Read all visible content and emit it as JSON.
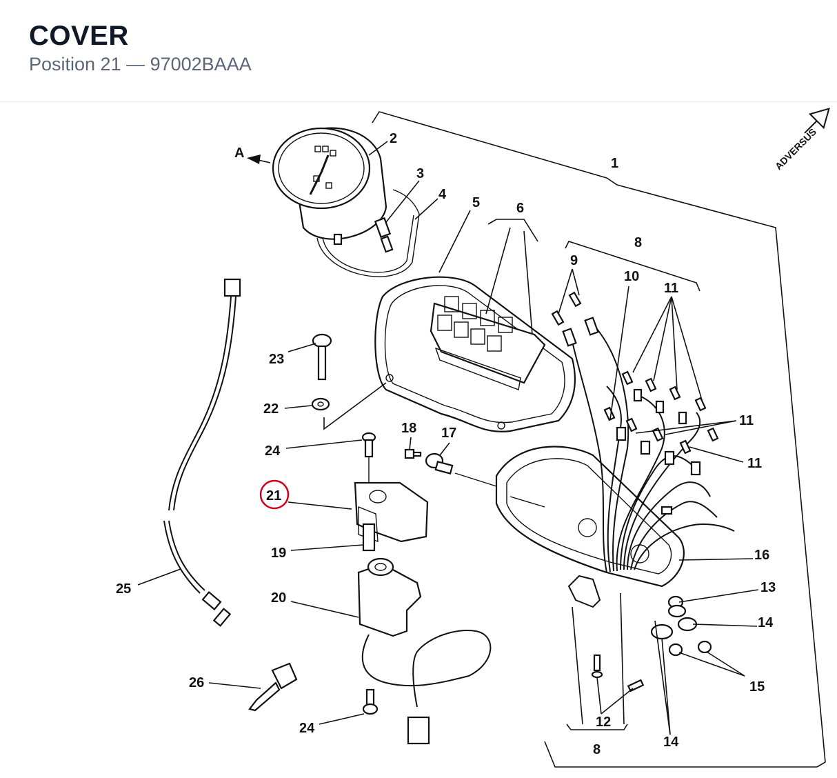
{
  "header": {
    "title": "COVER",
    "subtitle": "Position 21  —  97002BAAA"
  },
  "diagram": {
    "highlight_color": "#d0021b",
    "direction_label": "A",
    "stamp": "ADVERSUS",
    "callouts": {
      "c1": "1",
      "c2": "2",
      "c3": "3",
      "c4": "4",
      "c5": "5",
      "c6": "6",
      "c8a": "8",
      "c8b": "8",
      "c9": "9",
      "c10": "10",
      "c11a": "11",
      "c11b": "11",
      "c11c": "11",
      "c12": "12",
      "c13": "13",
      "c14a": "14",
      "c14b": "14",
      "c15": "15",
      "c16": "16",
      "c17": "17",
      "c18": "18",
      "c19": "19",
      "c20": "20",
      "c21": "21",
      "c22": "22",
      "c23": "23",
      "c24a": "24",
      "c24b": "24",
      "c25": "25",
      "c26": "26"
    }
  }
}
